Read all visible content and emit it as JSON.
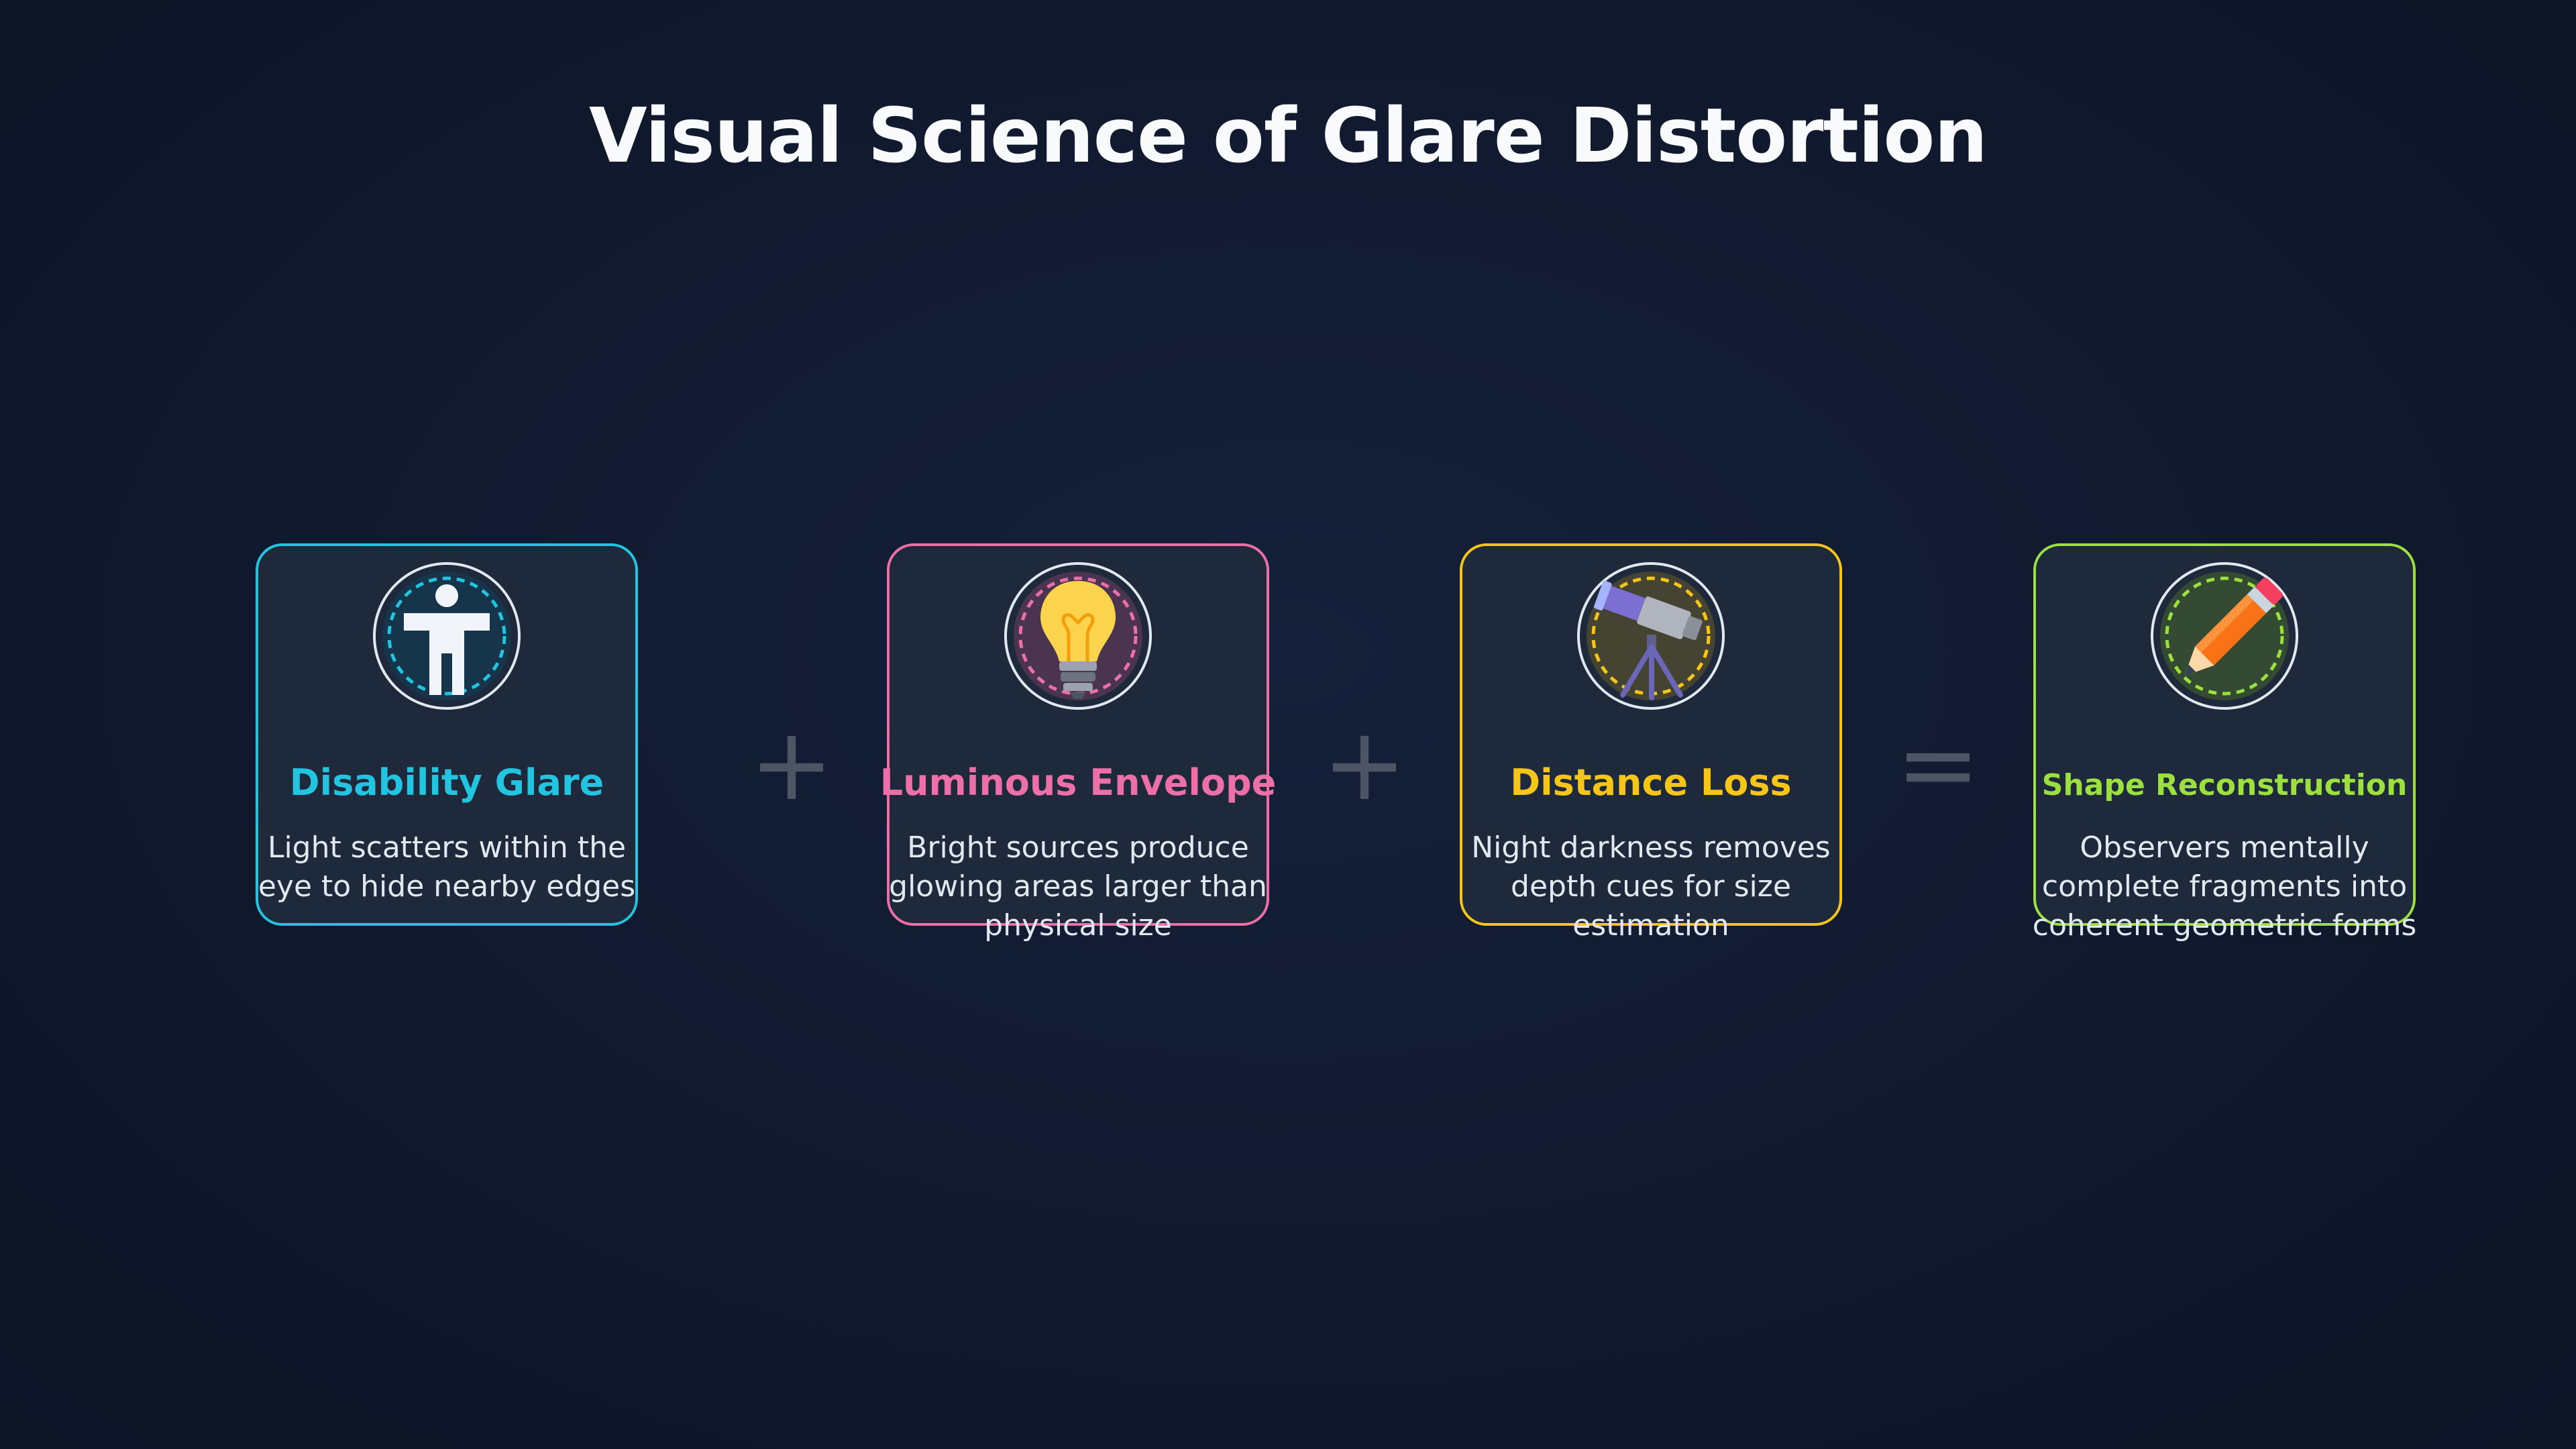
{
  "title": "Visual Science of Glare Distortion",
  "colors": {
    "background": "#0f172a",
    "card_bg": "#1e293b",
    "cyan": "#22c4e0",
    "pink": "#ec6fa8",
    "yellow": "#f5c518",
    "green": "#9be03f",
    "operator": "#4b5563"
  },
  "cards": [
    {
      "icon": "person-icon",
      "title": "Disability Glare",
      "description": "Light scatters within the eye to hide nearby edges"
    },
    {
      "icon": "light-bulb-icon",
      "title": "Luminous Envelope",
      "description": "Bright sources produce glowing areas larger than physical size"
    },
    {
      "icon": "telescope-icon",
      "title": "Distance Loss",
      "description": "Night darkness removes depth cues for size estimation"
    },
    {
      "icon": "pencil-icon",
      "title": "Shape Reconstruction",
      "description": "Observers mentally complete fragments into coherent geometric forms"
    }
  ],
  "operators": [
    "+",
    "+",
    "="
  ]
}
